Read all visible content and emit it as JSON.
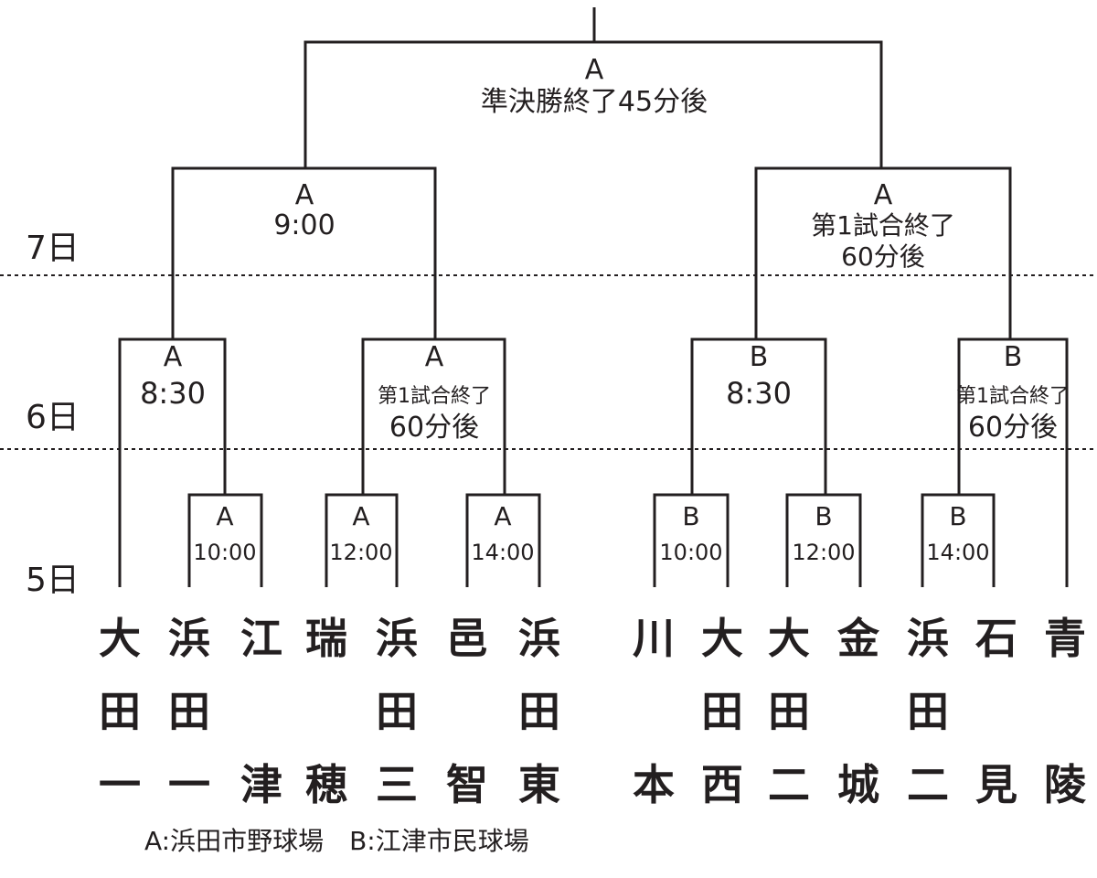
{
  "days": {
    "day7": "7日",
    "day6": "6日",
    "day5": "5日"
  },
  "final": {
    "venue": "A",
    "time": "準決勝終了45分後"
  },
  "semifinals": [
    {
      "venue": "A",
      "time": "9:00"
    },
    {
      "venue": "A",
      "time_line1": "第1試合終了",
      "time_line2": "60分後"
    }
  ],
  "quarterfinals": [
    {
      "venue": "A",
      "time": "8:30"
    },
    {
      "venue": "A",
      "time_line1": "第1試合終了",
      "time_line2": "60分後"
    },
    {
      "venue": "B",
      "time": "8:30"
    },
    {
      "venue": "B",
      "time_line1": "第1試合終了",
      "time_line2": "60分後"
    }
  ],
  "first_round": [
    {
      "venue": "A",
      "time": "10:00"
    },
    {
      "venue": "A",
      "time": "12:00"
    },
    {
      "venue": "A",
      "time": "14:00"
    },
    {
      "venue": "B",
      "time": "10:00"
    },
    {
      "venue": "B",
      "time": "12:00"
    },
    {
      "venue": "B",
      "time": "14:00"
    }
  ],
  "teams": [
    {
      "lines": [
        "大",
        "田",
        "一"
      ]
    },
    {
      "lines": [
        "浜",
        "田",
        "一"
      ]
    },
    {
      "lines": [
        "江",
        "",
        "津"
      ]
    },
    {
      "lines": [
        "瑞",
        "",
        "穂"
      ]
    },
    {
      "lines": [
        "浜",
        "田",
        "三"
      ]
    },
    {
      "lines": [
        "邑",
        "",
        "智"
      ]
    },
    {
      "lines": [
        "浜",
        "田",
        "東"
      ]
    },
    {
      "lines": [
        "川",
        "",
        "本"
      ]
    },
    {
      "lines": [
        "大",
        "田",
        "西"
      ]
    },
    {
      "lines": [
        "大",
        "田",
        "二"
      ]
    },
    {
      "lines": [
        "金",
        "",
        "城"
      ]
    },
    {
      "lines": [
        "浜",
        "田",
        "二"
      ]
    },
    {
      "lines": [
        "石",
        "",
        "見"
      ]
    },
    {
      "lines": [
        "青",
        "",
        "陵"
      ]
    }
  ],
  "legend": "A:浜田市野球場　B:江津市民球場"
}
